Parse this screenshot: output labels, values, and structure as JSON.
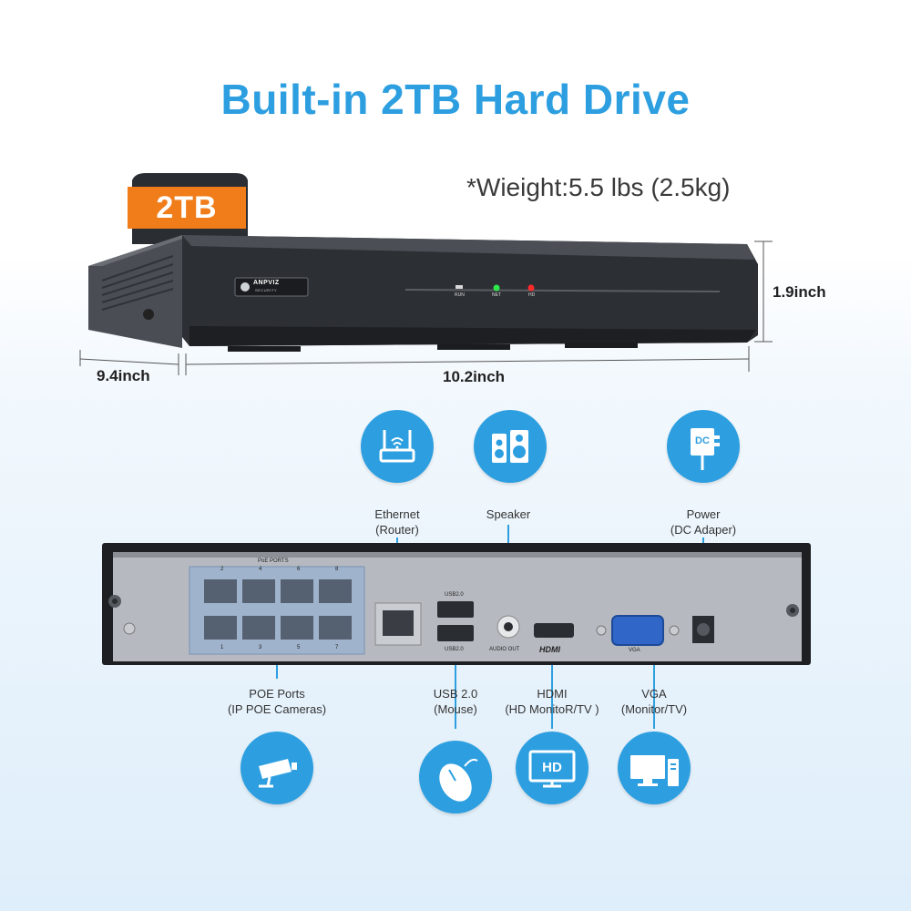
{
  "headline": "Built-in 2TB Hard Drive",
  "weight_text": "*Wieight:5.5 lbs (2.5kg)",
  "hdd_badge": "2TB",
  "brand": {
    "name": "ANPVIZ",
    "sub": "SECURITY"
  },
  "front_leds": [
    "RUN",
    "NET",
    "HD"
  ],
  "dimensions": {
    "height": "1.9inch",
    "depth": "9.4inch",
    "width": "10.2inch"
  },
  "callouts": {
    "ethernet": {
      "line1": "Ethernet",
      "line2": "(Router)"
    },
    "speaker": {
      "line1": "Speaker"
    },
    "power": {
      "line1": "Power",
      "line2": "(DC Adaper)"
    },
    "poe": {
      "line1": "POE Ports",
      "line2": "(IP POE Cameras)"
    },
    "usb": {
      "line1": "USB 2.0",
      "line2": "(Mouse)"
    },
    "hdmi": {
      "line1": "HDMI",
      "line2": "(HD MonitoR/TV )"
    },
    "vga": {
      "line1": "VGA",
      "line2": "(Monitor/TV)"
    }
  },
  "panel_labels": {
    "poe_ports": "PoE PORTS",
    "poe_top_numbers": [
      "2",
      "4",
      "6",
      "8"
    ],
    "poe_bottom_numbers": [
      "1",
      "3",
      "5",
      "7"
    ],
    "usb_top": "USB2.0",
    "usb_bottom": "USB2.0",
    "audio_out": "AUDIO OUT",
    "hdmi": "HDMI",
    "vga": "VGA",
    "dc": "DC",
    "hd_icon": "HD"
  },
  "icons": [
    "router-icon",
    "speaker-icon",
    "dc-adapter-icon",
    "security-camera-icon",
    "mouse-icon",
    "hd-monitor-icon",
    "computer-icon"
  ],
  "colors": {
    "accent_blue": "#2d9fe0",
    "badge_orange": "#f07d1a",
    "led_green": "#2ee84a",
    "led_red": "#ff2a2a"
  }
}
